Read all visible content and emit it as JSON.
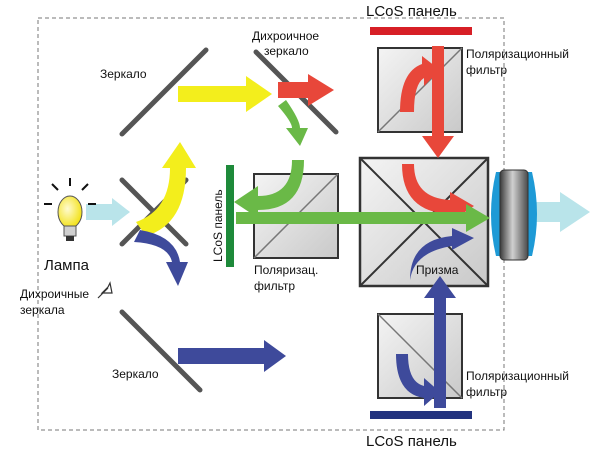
{
  "labels": {
    "lcos_top": "LCoS панель",
    "lcos_bottom": "LCoS панель",
    "lcos_left": "LCoS панель",
    "dichroic_mirror_line1": "Дихроичное",
    "dichroic_mirror_line2": "зеркало",
    "pol_filter_top_line1": "Поляризационный",
    "pol_filter_top_line2": "фильтр",
    "pol_filter_bottom_line1": "Поляризационный",
    "pol_filter_bottom_line2": "фильтр",
    "pol_filter_mid_line1": "Поляризац.",
    "pol_filter_mid_line2": "фильтр",
    "mirror_top": "Зеркало",
    "mirror_bottom": "Зеркало",
    "lamp": "Лампа",
    "dichroic_mirrors_line1": "Дихроичные",
    "dichroic_mirrors_line2": "зеркала",
    "prism": "Призма"
  },
  "colors": {
    "yellow": "#f3ee1c",
    "red": "#e8473a",
    "green": "#6ab947",
    "blue": "#3e4a9b",
    "light_blue": "#b9e4ea",
    "panel_red": "#d71f26",
    "panel_green": "#1e8a3a",
    "panel_blue": "#23337f",
    "lens_blue": "#1e9ad6"
  }
}
